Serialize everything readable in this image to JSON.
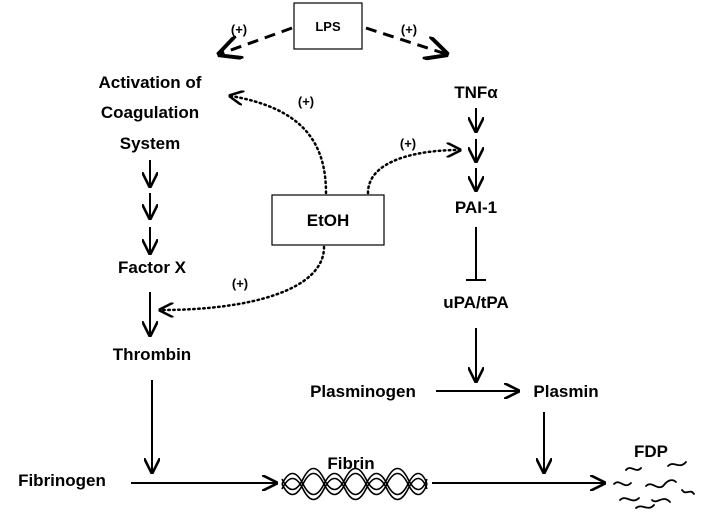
{
  "nodes": {
    "lps": "LPS",
    "etoh": "EtOH",
    "coag_line1": "Activation of",
    "coag_line2": "Coagulation",
    "coag_line3": "System",
    "tnf": "TNFα",
    "pai1": "PAI-1",
    "factor_x": "Factor X",
    "upa_tpa": "uPA/tPA",
    "thrombin": "Thrombin",
    "plasminogen": "Plasminogen",
    "plasmin": "Plasmin",
    "fibrinogen": "Fibrinogen",
    "fibrin": "Fibrin",
    "fdp": "FDP"
  },
  "edge_labels": {
    "lps_to_coag": "(+)",
    "lps_to_tnf": "(+)",
    "etoh_to_coag": "(+)",
    "etoh_to_tnf_pathway": "(+)",
    "etoh_to_thrombin_step": "(+)"
  }
}
